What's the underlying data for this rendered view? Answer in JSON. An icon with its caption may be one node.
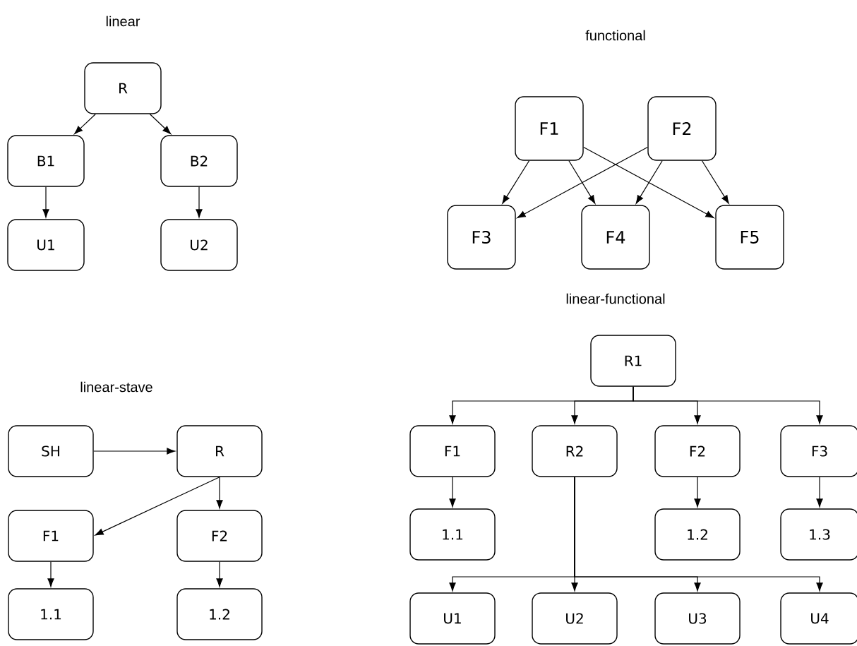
{
  "diagram": {
    "nodes": [
      {
        "text": [
          "R"
        ]
      },
      {
        "text": [
          "B1"
        ]
      },
      {
        "text": [
          "B2"
        ]
      },
      {
        "text": [
          "U1"
        ]
      },
      {
        "text": [
          "U2"
        ]
      },
      {
        "text": [
          "F1"
        ]
      },
      {
        "text": [
          "F2"
        ]
      },
      {
        "text": [
          "F3"
        ]
      },
      {
        "text": [
          "F4"
        ]
      },
      {
        "text": [
          "F5"
        ]
      },
      {
        "text": [
          "SH"
        ]
      },
      {
        "text": [
          "R"
        ]
      },
      {
        "text": [
          "F1"
        ]
      },
      {
        "text": [
          "F2"
        ]
      },
      {
        "text": [
          "1.1"
        ]
      },
      {
        "text": [
          "1.2"
        ]
      },
      {
        "text": [
          "R1"
        ]
      },
      {
        "text": [
          "F1"
        ]
      },
      {
        "text": [
          "R2"
        ]
      },
      {
        "text": [
          "F2"
        ]
      },
      {
        "text": [
          "F3"
        ]
      },
      {
        "text": [
          "1.1"
        ]
      },
      {
        "text": [
          "1.2"
        ]
      },
      {
        "text": [
          "1.3"
        ]
      },
      {
        "text": [
          "U1"
        ]
      },
      {
        "text": [
          "U2"
        ]
      },
      {
        "text": [
          "U3"
        ]
      },
      {
        "text": [
          "U4"
        ]
      }
    ],
    "edges": [
      {
        "from": 0,
        "to": 1,
        "arrow": "to"
      },
      {
        "from": 0,
        "to": 2,
        "arrow": "to"
      },
      {
        "from": 1,
        "to": 3,
        "arrow": "to"
      },
      {
        "from": 2,
        "to": 4,
        "arrow": "to"
      },
      {
        "from": 5,
        "to": 7,
        "arrow": "to"
      },
      {
        "from": 5,
        "to": 8,
        "arrow": "to"
      },
      {
        "from": 5,
        "to": 9,
        "arrow": "to"
      },
      {
        "from": 6,
        "to": 7,
        "arrow": "to"
      },
      {
        "from": 6,
        "to": 8,
        "arrow": "to"
      },
      {
        "from": 6,
        "to": 9,
        "arrow": "to"
      },
      {
        "from": 10,
        "to": 11,
        "arrow": "to"
      },
      {
        "from": 11,
        "to": 12,
        "arrow": "to"
      },
      {
        "from": 11,
        "to": 13,
        "arrow": "to"
      },
      {
        "from": 12,
        "to": 14,
        "arrow": "to"
      },
      {
        "from": 13,
        "to": 15,
        "arrow": "to"
      },
      {
        "from": 16,
        "to": 17,
        "arrow": "to"
      },
      {
        "from": 16,
        "to": 18,
        "arrow": "to"
      },
      {
        "from": 16,
        "to": 19,
        "arrow": "to"
      },
      {
        "from": 16,
        "to": 20,
        "arrow": "to"
      },
      {
        "from": 17,
        "to": 21,
        "arrow": "to"
      },
      {
        "from": 19,
        "to": 22,
        "arrow": "to"
      },
      {
        "from": 20,
        "to": 23,
        "arrow": "to"
      },
      {
        "from": 18,
        "to": 24,
        "arrow": "to"
      },
      {
        "from": 18,
        "to": 25,
        "arrow": "to"
      },
      {
        "from": 18,
        "to": 26,
        "arrow": "to"
      },
      {
        "from": 18,
        "to": 27,
        "arrow": "to"
      }
    ],
    "labels": [
      "linear",
      "functional",
      "linear-functional",
      "linear-stave"
    ]
  }
}
